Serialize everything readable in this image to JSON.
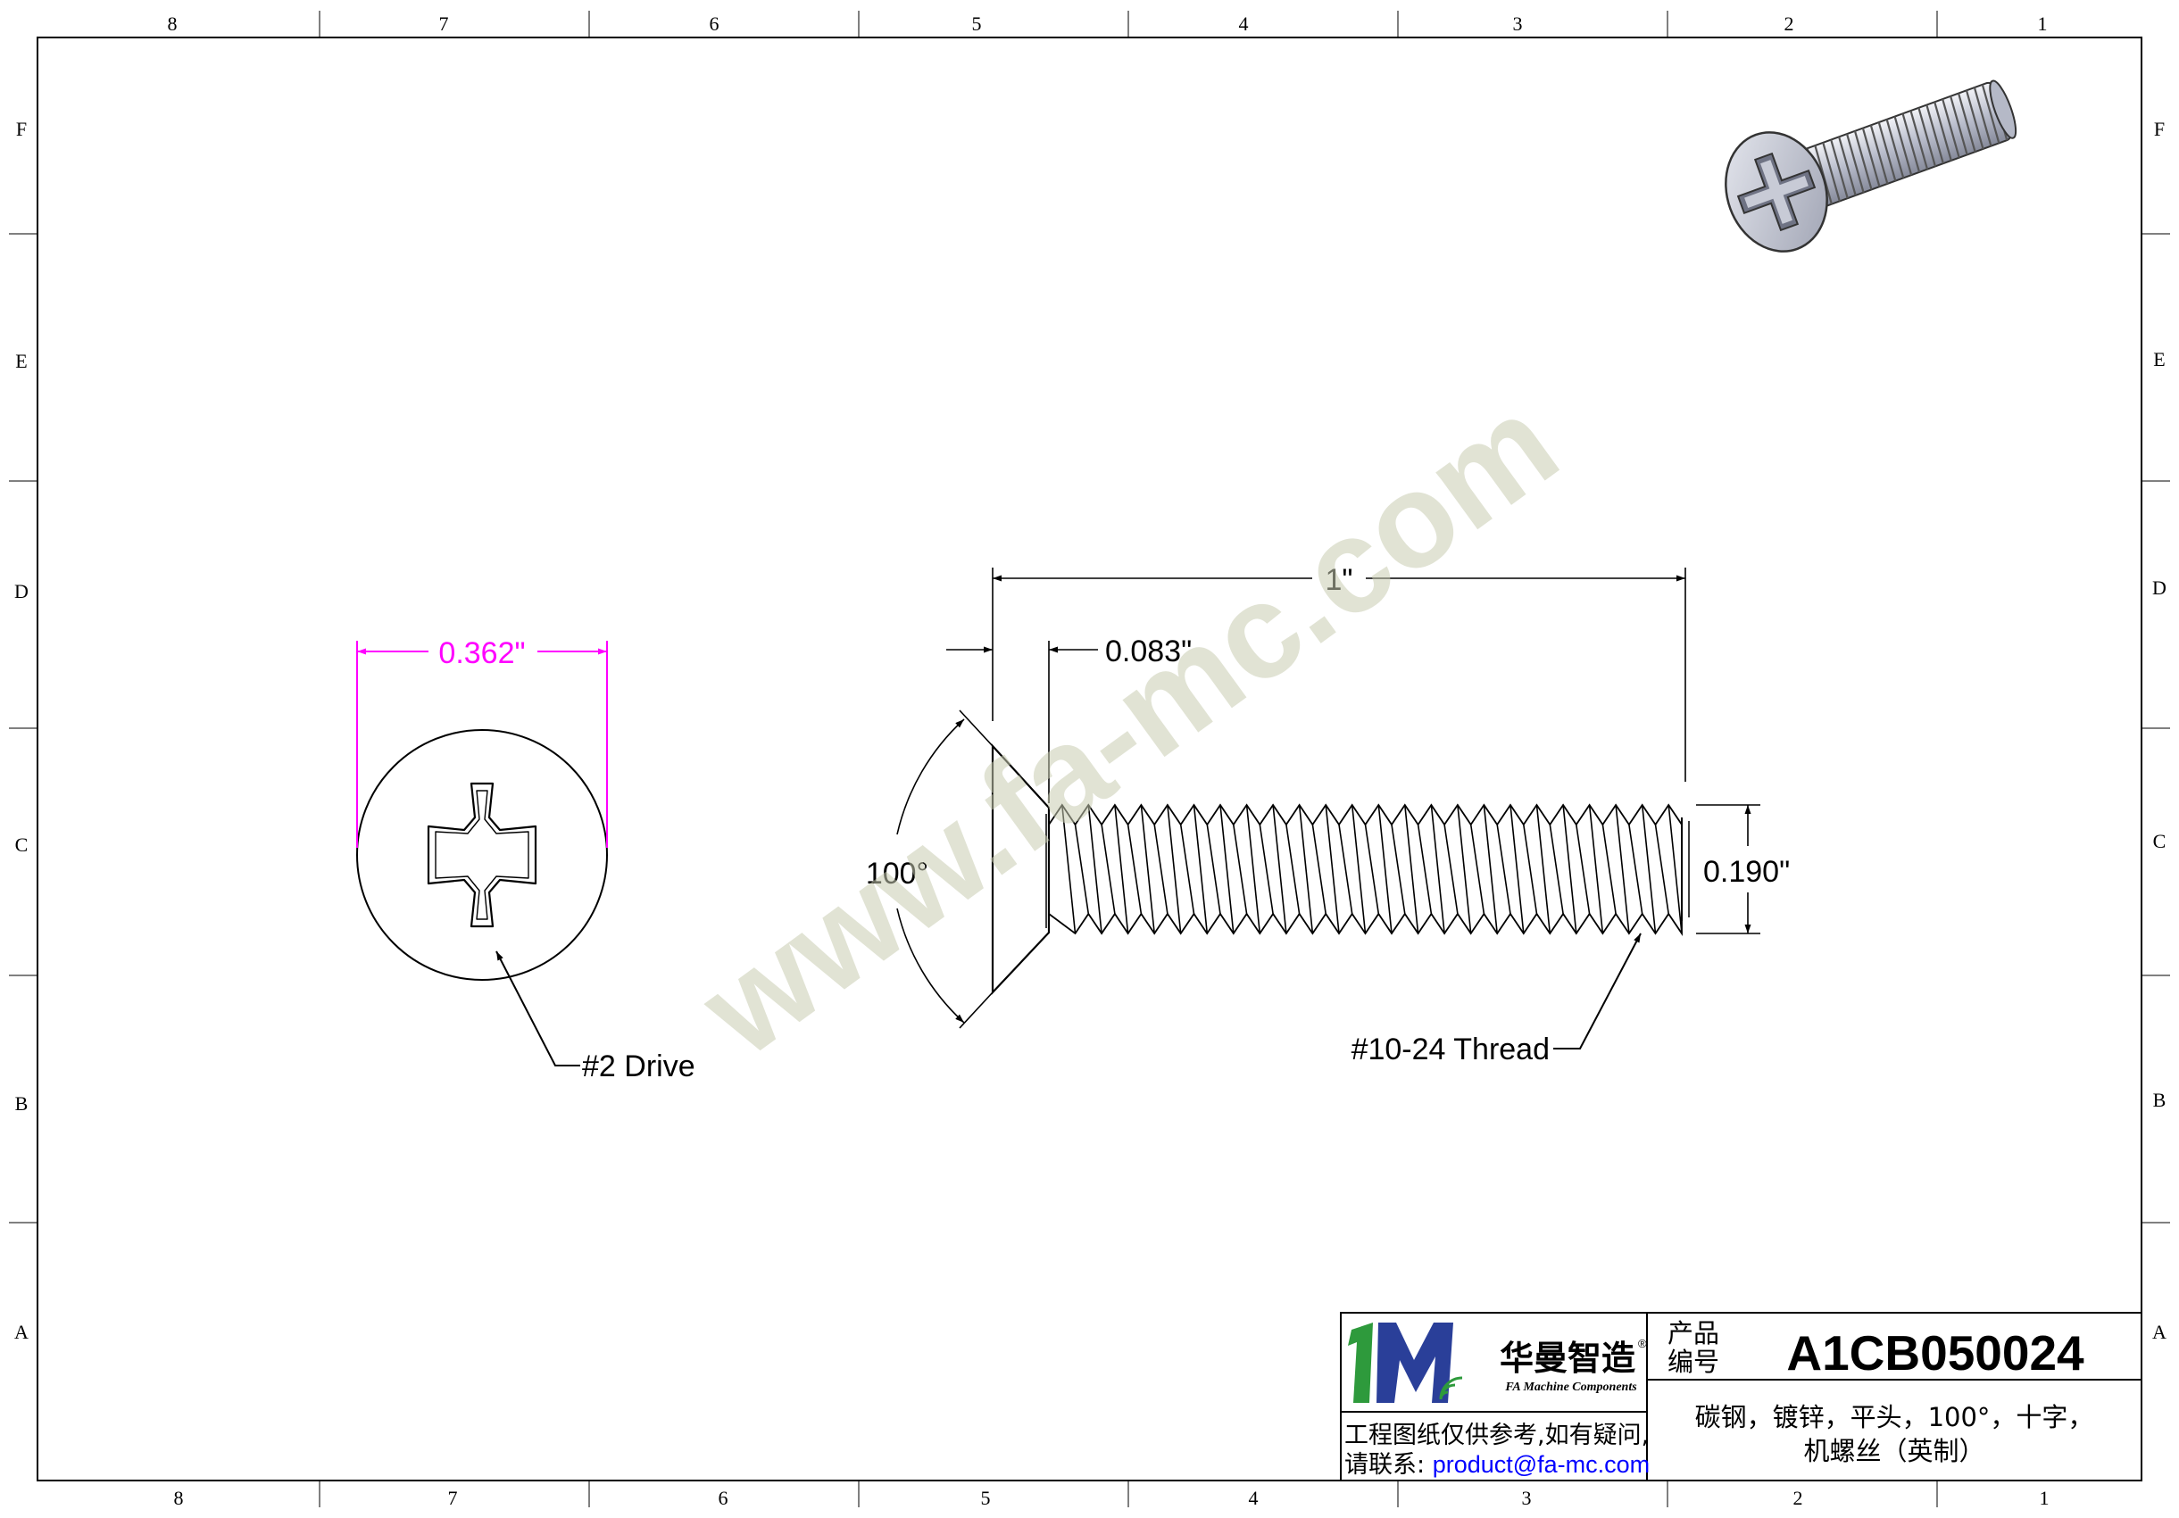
{
  "zones": {
    "columns": [
      "8",
      "7",
      "6",
      "5",
      "4",
      "3",
      "2",
      "1"
    ],
    "rows": [
      "F",
      "E",
      "D",
      "C",
      "B",
      "A"
    ]
  },
  "dimensions": {
    "head_diameter": "0.362\"",
    "length": "1\"",
    "head_height": "0.083\"",
    "head_angle": "100°",
    "thread_diameter": "0.190\""
  },
  "callouts": {
    "drive": "#2 Drive",
    "thread": "#10-24 Thread"
  },
  "watermark": "www.fa-mc.com",
  "title_block": {
    "logo_cn": "华曼智造",
    "logo_en": "FA Machine Components",
    "product_label_line1": "产品",
    "product_label_line2": "编号",
    "part_number": "A1CB050024",
    "note_line1": "工程图纸仅供参考,如有疑问,",
    "note_prefix": "请联系: ",
    "email": "product@fa-mc.com",
    "description_line1": "碳钢，镀锌，平头，100°，十字，",
    "description_line2": "机螺丝（英制）"
  },
  "colors": {
    "dimension_accent": "#ff00ff",
    "email_link": "#0000ff",
    "logo_green": "#2e9a3c",
    "logo_blue": "#2a3f99",
    "watermark": "#c9cdb2"
  }
}
